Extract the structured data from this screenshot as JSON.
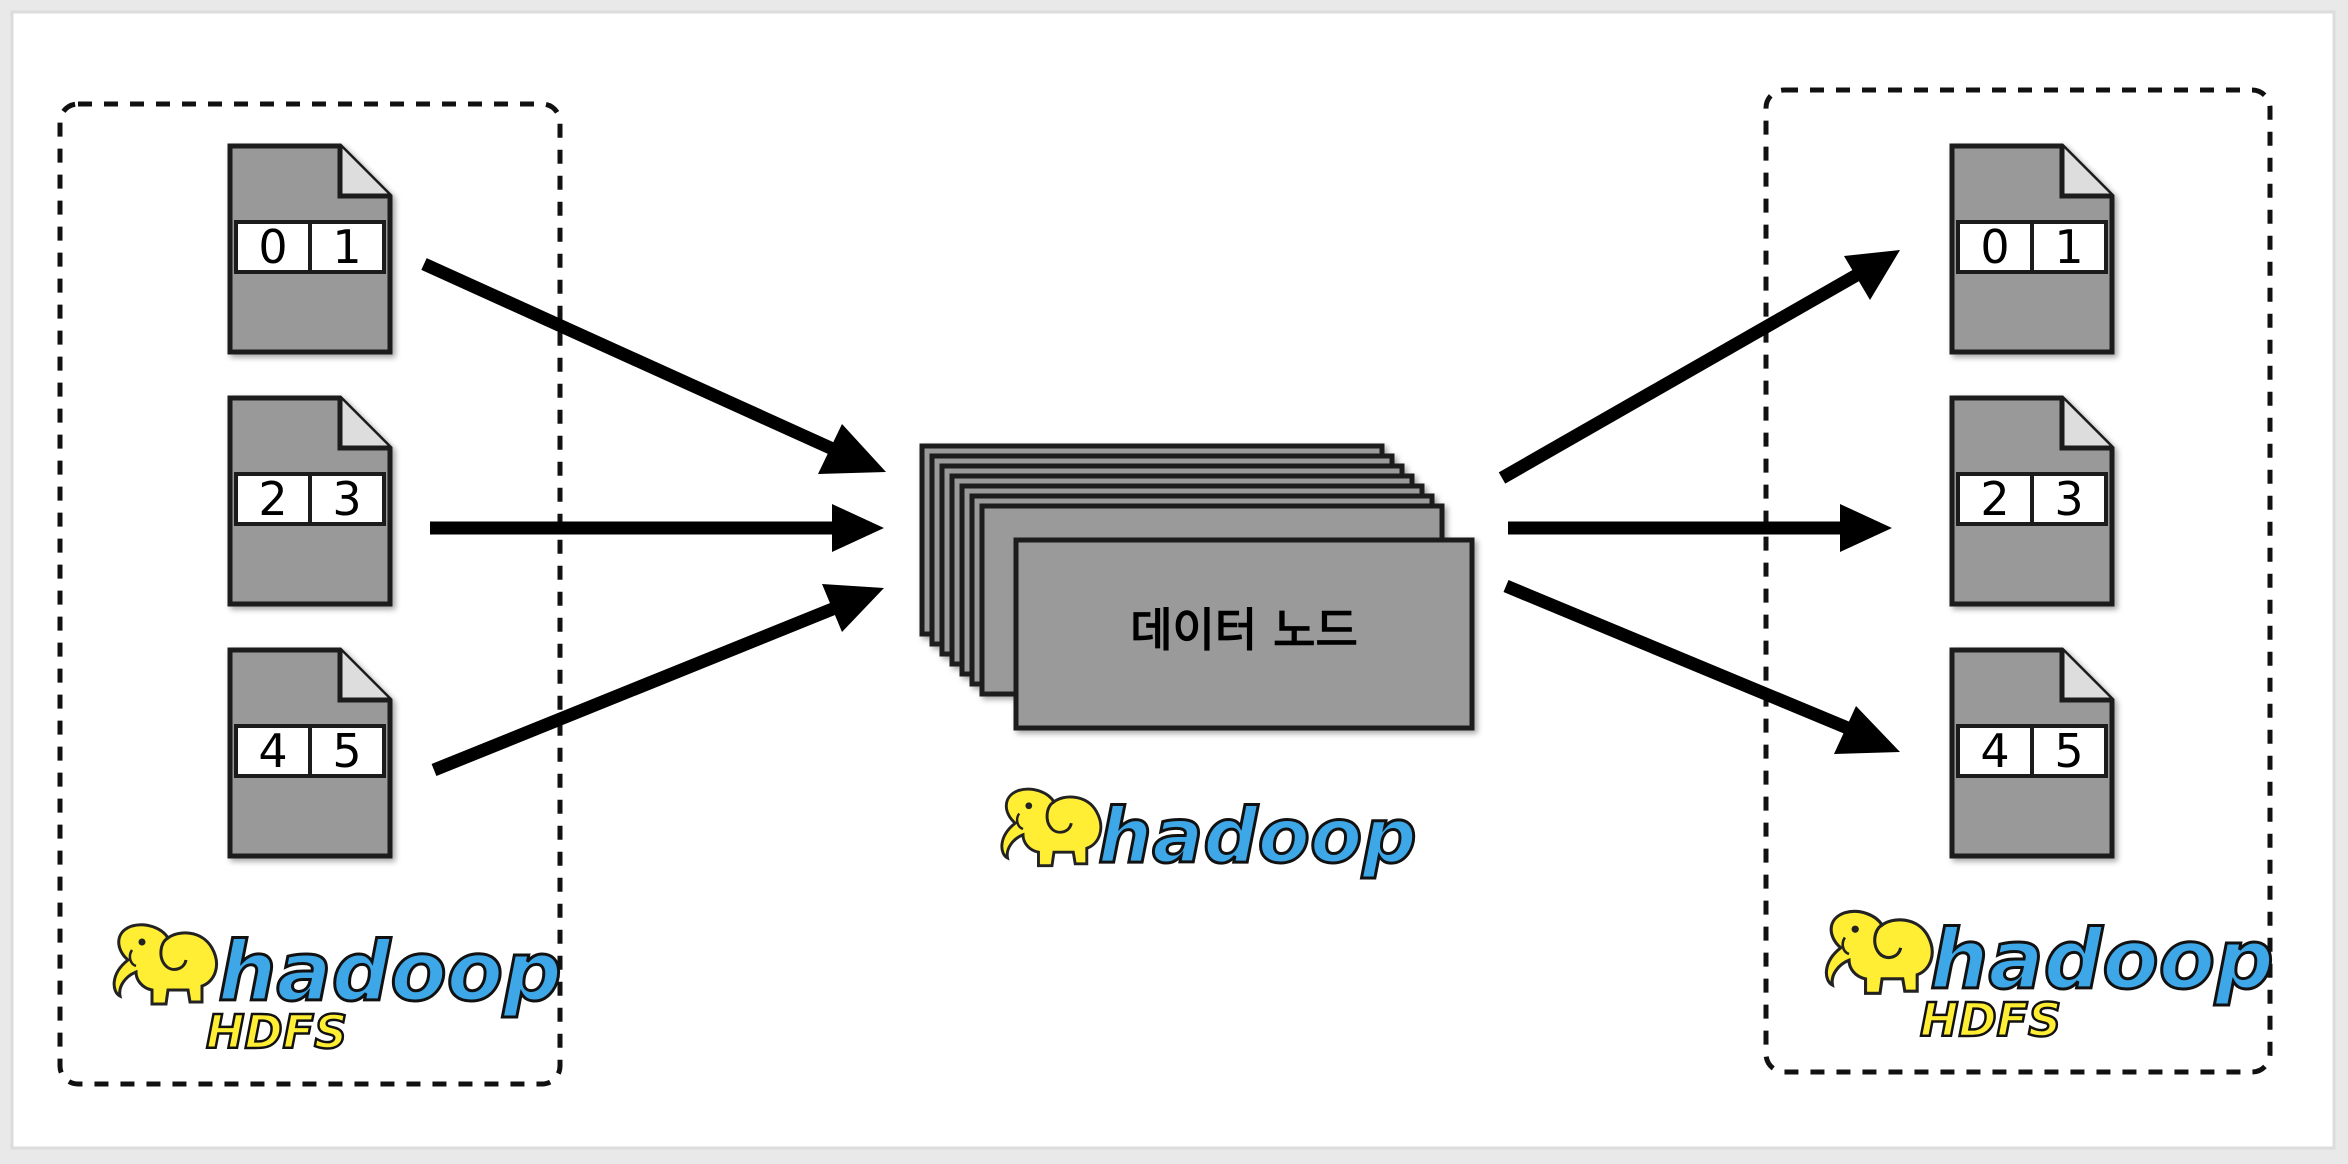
{
  "input_group": {
    "files": [
      {
        "cells": [
          "0",
          "1"
        ]
      },
      {
        "cells": [
          "2",
          "3"
        ]
      },
      {
        "cells": [
          "4",
          "5"
        ]
      }
    ],
    "logo": {
      "word": "hadoop",
      "sub": "HDFS"
    }
  },
  "processing": {
    "node_label": "데이터 노드",
    "stack_count": 8,
    "logo": {
      "word": "hadoop"
    }
  },
  "output_group": {
    "files": [
      {
        "cells": [
          "0",
          "1"
        ]
      },
      {
        "cells": [
          "2",
          "3"
        ]
      },
      {
        "cells": [
          "4",
          "5"
        ]
      }
    ],
    "logo": {
      "word": "hadoop",
      "sub": "HDFS"
    }
  },
  "colors": {
    "background": "#ffffff",
    "page_border": "#dcdcdc",
    "file_fill": "#999999",
    "node_fill": "#9a9a9a",
    "stroke": "#1a1a1a",
    "logo_blue": "#3ea7e8",
    "logo_yellow": "#ffee33"
  }
}
